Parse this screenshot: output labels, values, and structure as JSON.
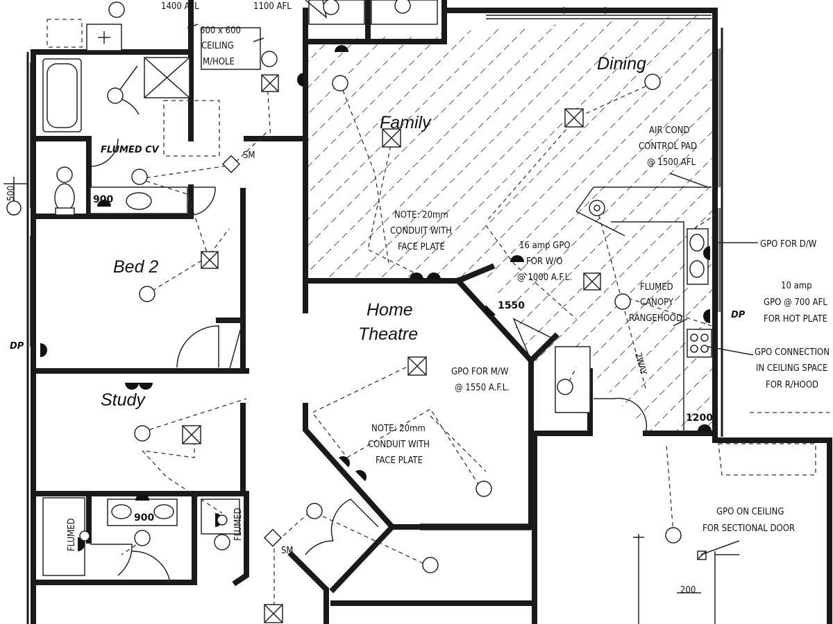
{
  "rooms": {
    "dining": "Dining",
    "family": "Family",
    "bed2": "Bed 2",
    "home_theatre_l1": "Home",
    "home_theatre_l2": "Theatre",
    "study": "Study"
  },
  "notes": {
    "afl_1400": "1400 AFL",
    "afl_1100": "1100 AFL",
    "ceiling_mhole_l1": "600 x 600",
    "ceiling_mhole_l2": "CEILING",
    "ceiling_mhole_l3": "M/HOLE",
    "flumed_cv": "FLUMED CV",
    "sm_1": "SM",
    "sm_2": "SM",
    "dim_500": "500",
    "dim_900_a": "900",
    "dim_900_b": "900",
    "dp_left": "DP",
    "dp_right": "DP",
    "air_cond_l1": "AIR COND",
    "air_cond_l2": "CONTROL PAD",
    "air_cond_l3": "@ 1500 AFL",
    "conduit_top_l1": "NOTE: 20mm",
    "conduit_top_l2": "CONDUIT WITH",
    "conduit_top_l3": "FACE PLATE",
    "gpo_wo_l1": "16 amp GPO",
    "gpo_wo_l2": "FOR W/O",
    "gpo_wo_l3": "@ 1000 A.F.L.",
    "dim_1550": "1550",
    "flumed_canopy_l1": "FLUMED",
    "flumed_canopy_l2": "CANOPY",
    "flumed_canopy_l3": "RANGEHOOD",
    "two_way": "2WAY",
    "gpo_dw": "GPO FOR D/W",
    "gpo_hot_l1": "10 amp",
    "gpo_hot_l2": "GPO @ 700 AFL",
    "gpo_hot_l3": "FOR HOT PLATE",
    "gpo_conn_l1": "GPO CONNECTION",
    "gpo_conn_l2": "IN CEILING SPACE",
    "gpo_conn_l3": "FOR R/HOOD",
    "gpo_mw_l1": "GPO FOR M/W",
    "gpo_mw_l2": "@ 1550 A.F.L.",
    "conduit_mid_l1": "NOTE: 20mm",
    "conduit_mid_l2": "CONDUIT WITH",
    "conduit_mid_l3": "FACE PLATE",
    "dim_1200": "1200",
    "gpo_ceiling_l1": "GPO ON CEILING",
    "gpo_ceiling_l2": "FOR SECTIONAL DOOR",
    "dim_200": "200",
    "flumed_v1": "FLUMED",
    "flumed_v2": "FLUMED"
  },
  "colors": {
    "ink": "#111111",
    "paper": "#ffffff"
  },
  "symbols": [
    "ceiling-light-icon",
    "exhaust-fan-icon",
    "smoke-detector-icon",
    "gpo-outlet-icon",
    "switch-icon"
  ]
}
